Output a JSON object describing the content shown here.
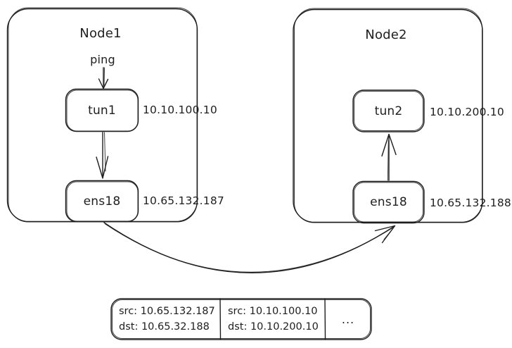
{
  "diagram": {
    "colors": {
      "stroke": "#1e1e1e",
      "background": "#ffffff"
    },
    "node1": {
      "title": "Node1",
      "ping_label": "ping",
      "tun": {
        "label": "tun1",
        "ip": "10.10.100.10"
      },
      "ens": {
        "label": "ens18",
        "ip": "10.65.132.187"
      }
    },
    "node2": {
      "title": "Node2",
      "tun": {
        "label": "tun2",
        "ip": "10.10.200.10"
      },
      "ens": {
        "label": "ens18",
        "ip": "10.65.132.188"
      }
    },
    "packet": {
      "cells": [
        {
          "lines": [
            "src: 10.65.132.187",
            "dst: 10.65.32.188"
          ]
        },
        {
          "lines": [
            "src: 10.10.100.10",
            "dst: 10.10.200.10"
          ]
        },
        {
          "lines": [
            "..."
          ]
        }
      ]
    }
  }
}
